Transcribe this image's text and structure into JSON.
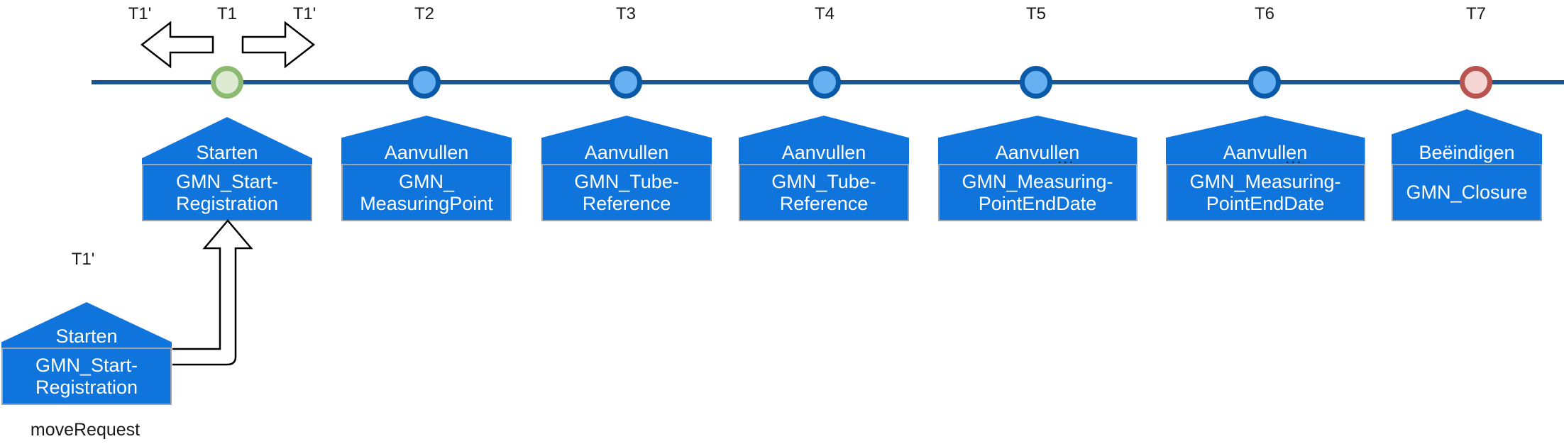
{
  "timeline": {
    "arrow_labels": {
      "left": "T1'",
      "right": "T1'"
    },
    "nodes": [
      {
        "label": "T1",
        "kind": "start"
      },
      {
        "label": "T2",
        "kind": "normal"
      },
      {
        "label": "T3",
        "kind": "normal"
      },
      {
        "label": "T4",
        "kind": "normal"
      },
      {
        "label": "T5",
        "kind": "normal"
      },
      {
        "label": "T6",
        "kind": "normal"
      },
      {
        "label": "T7",
        "kind": "end"
      }
    ]
  },
  "houses": [
    {
      "node": "T1",
      "action": "Starten",
      "entity": [
        "GMN_Start-",
        "Registration"
      ]
    },
    {
      "node": "T2",
      "action": "Aanvullen",
      "entity": [
        "GMN_",
        "MeasuringPoint"
      ]
    },
    {
      "node": "T3",
      "action": "Aanvullen",
      "entity": [
        "GMN_Tube-",
        "Reference"
      ]
    },
    {
      "node": "T4",
      "action": "Aanvullen",
      "entity": [
        "GMN_Tube-",
        "Reference"
      ]
    },
    {
      "node": "T5",
      "action": "Aanvullen",
      "entity": [
        "GMN_Measuring-",
        "PointEndDate"
      ],
      "ellipsis": "..."
    },
    {
      "node": "T6",
      "action": "Aanvullen",
      "entity": [
        "GMN_Measuring-",
        "PointEndDate"
      ],
      "ellipsis": "..."
    },
    {
      "node": "T7",
      "action": "Beëindigen",
      "entity": [
        "GMN_Closure"
      ]
    }
  ],
  "moved_event": {
    "label": "T1'",
    "action": "Starten",
    "entity": [
      "GMN_Start-",
      "Registration"
    ],
    "caption": "moveRequest"
  },
  "colors": {
    "house_blue": "#0F75DC",
    "body_border": "#9FA5AB",
    "timeline_line": "#1A5493",
    "node_fill": "#67B1F3",
    "node_border": "#0A5AA8",
    "start_fill": "#DCEBD2",
    "start_border": "#8CBA70",
    "end_fill": "#F5D5D3",
    "end_border": "#B85550",
    "label_black": "#1A1A1A"
  }
}
